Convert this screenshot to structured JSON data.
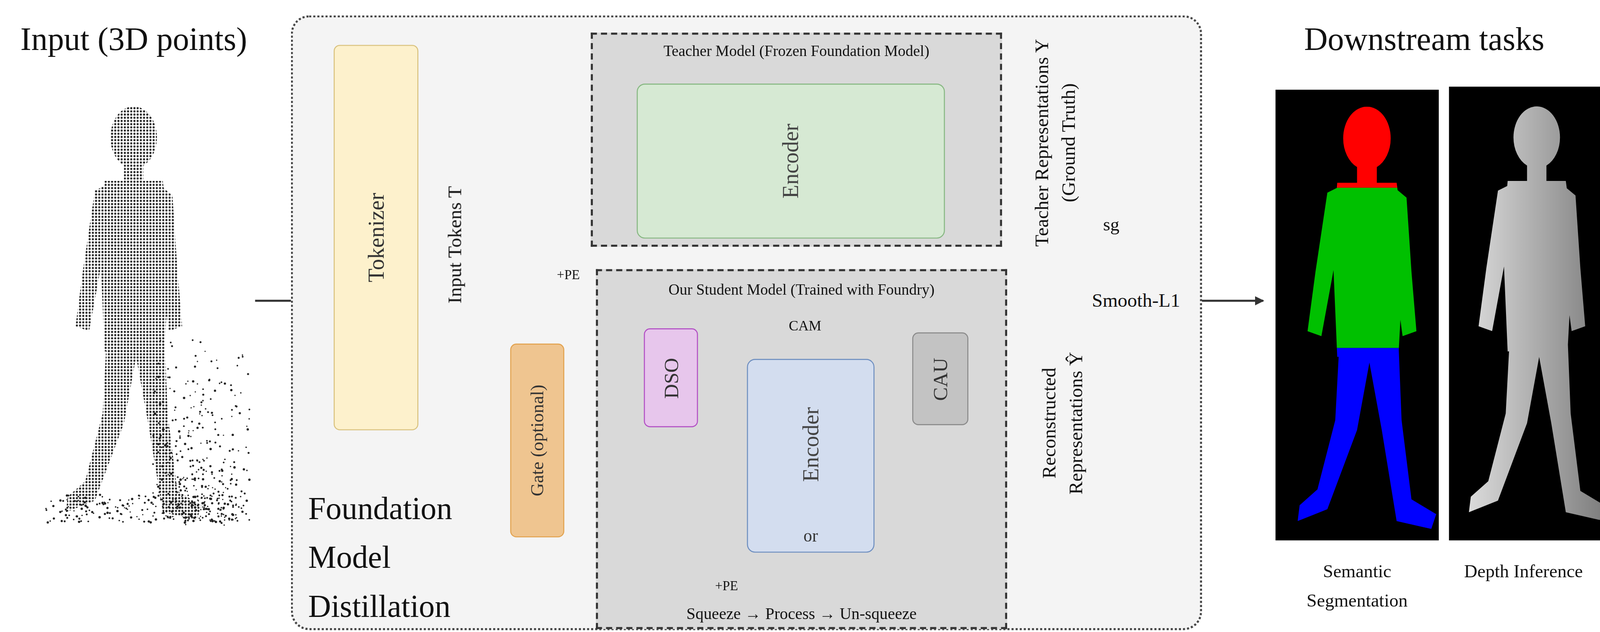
{
  "diagram": {
    "nodes": [
      {
        "text": [
          "Foundation Model Distillation"
        ]
      },
      {
        "text": [
          "Tokenizer"
        ],
        "in": 0
      },
      {
        "text": [
          "Teacher Model (Frozen Foundation Model)"
        ],
        "in": 0
      },
      {
        "text": [
          "Encoder"
        ],
        "in": 2
      },
      {
        "text": [
          "Gate (optional)"
        ],
        "in": 0
      },
      {
        "text": [
          "Our Student Model (Trained with Foundry)",
          "Squeeze → Process → Un-squeeze"
        ],
        "in": 0
      },
      {
        "text": [
          "DSO"
        ],
        "in": 5
      },
      {
        "text": [
          "Encoder",
          "or"
        ],
        "in": 5
      },
      {
        "text": [
          "CAU"
        ],
        "in": 5
      }
    ],
    "edges": [
      {
        "from": 1,
        "to": 2,
        "arrow": "to"
      },
      {
        "from": 1,
        "to": 4,
        "arrow": "to"
      },
      {
        "from": 4,
        "to": 5,
        "arrow": "to"
      },
      {
        "from": 4,
        "to": 5,
        "arrow": "to"
      },
      {
        "from": 6,
        "to": 8,
        "arrow": "to",
        "label": "CAM"
      }
    ],
    "labels": [
      "Input (3D points)",
      "Downstream tasks",
      "Input Tokens T",
      "+PE",
      "Teacher Representations Y (Ground Truth)",
      "sg",
      "Smooth-L1",
      "+PE",
      "Reconstructed Representations Ŷ",
      "Semantic Segmentation",
      "Depth Inference"
    ]
  }
}
